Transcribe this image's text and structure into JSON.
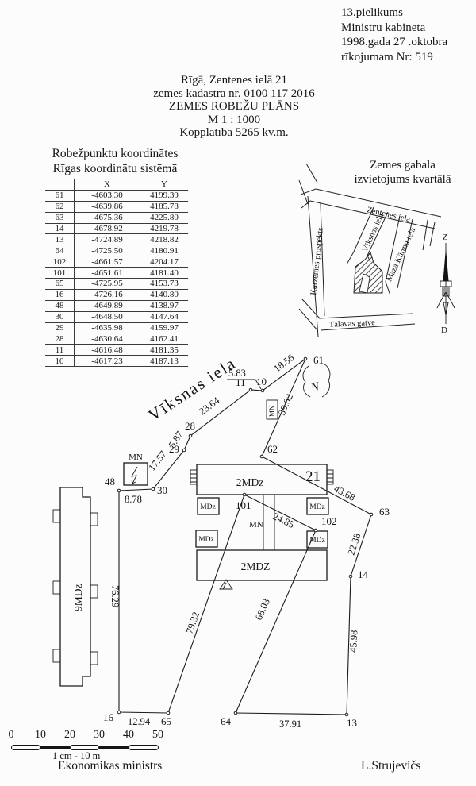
{
  "header": {
    "line1": "13.pielikums",
    "line2": "Ministru kabineta",
    "line3": "1998.gada 27 .oktobra",
    "line4": "rīkojumam Nr: 519"
  },
  "title": {
    "address": "Rīgā, Zentenes ielā 21",
    "cadastre": "zemes kadastra nr. 0100 117 2016",
    "plan_title": "ZEMES ROBEŽU PLĀNS",
    "scale": "M 1 : 1000",
    "area": "Kopplatība 5265 kv.m."
  },
  "coords": {
    "heading1": "Robežpunktu koordinātes",
    "heading2": "Rīgas koordinātu sistēmā",
    "col_x": "X",
    "col_y": "Y",
    "rows": [
      {
        "pt": "61",
        "x": "-4603.30",
        "y": "4199.39"
      },
      {
        "pt": "62",
        "x": "-4639.86",
        "y": "4185.78"
      },
      {
        "pt": "63",
        "x": "-4675.36",
        "y": "4225.80"
      },
      {
        "pt": "14",
        "x": "-4678.92",
        "y": "4219.78"
      },
      {
        "pt": "13",
        "x": "-4724.89",
        "y": "4218.82"
      },
      {
        "pt": "64",
        "x": "-4725.50",
        "y": "4180.91"
      },
      {
        "pt": "102",
        "x": "-4661.57",
        "y": "4204.17"
      },
      {
        "pt": "101",
        "x": "-4651.61",
        "y": "4181.40"
      },
      {
        "pt": "65",
        "x": "-4725.95",
        "y": "4153.73"
      },
      {
        "pt": "16",
        "x": "-4726.16",
        "y": "4140.80"
      },
      {
        "pt": "48",
        "x": "-4649.89",
        "y": "4138.97"
      },
      {
        "pt": "30",
        "x": "-4648.50",
        "y": "4147.64"
      },
      {
        "pt": "29",
        "x": "-4635.98",
        "y": "4159.97"
      },
      {
        "pt": "28",
        "x": "-4630.64",
        "y": "4162.41"
      },
      {
        "pt": "11",
        "x": "-4616.48",
        "y": "4181.35"
      },
      {
        "pt": "10",
        "x": "-4617.23",
        "y": "4187.13"
      }
    ]
  },
  "map": {
    "heading1": "Zemes gabala",
    "heading2": "izvietojums kvartālā",
    "street_zentenes": "Zentenes iela",
    "street_viksnas": "Vīksnas iela",
    "street_maza_kurmu": "Mazā Kūrmu iela",
    "street_kurzemes": "Kurzemes prospekts",
    "street_talavas": "Tālavas gatve",
    "compass_north": "Z",
    "compass_south": "D"
  },
  "plan": {
    "street_label": "Vīksnas iela",
    "parcel_number": "21",
    "north_mark": "N",
    "mn_label": "MN",
    "buildings": {
      "upper": "2MDz",
      "lower": "2MDZ",
      "left": "9MDz",
      "annex": "MDz"
    },
    "points": {
      "p10": "10",
      "p11": "11",
      "p13": "13",
      "p14": "14",
      "p16": "16",
      "p28": "28",
      "p29": "29",
      "p30": "30",
      "p48": "48",
      "p61": "61",
      "p62": "62",
      "p63": "63",
      "p64": "64",
      "p65": "65",
      "p101": "101",
      "p102": "102"
    },
    "distances": {
      "d61_10": "18.56",
      "d10_11": "5.83",
      "d11_28": "23.64",
      "d28_29": "5.87",
      "d29_30": "17.57",
      "d30_48": "8.78",
      "d48_16": "76.29",
      "d16_65": "12.94",
      "d65_101": "79.32",
      "d61_62": "39.02",
      "d62_63": "43.68",
      "d63_14": "22.38",
      "d14_13": "45.98",
      "d13_64": "37.91",
      "d64_102": "68.03",
      "d101_102": "24.85"
    }
  },
  "scalebar": {
    "ticks": [
      "0",
      "10",
      "20",
      "30",
      "40",
      "50"
    ],
    "caption": "1 cm - 10 m"
  },
  "footer": {
    "minister": "Ekonomikas ministrs",
    "signature": "L.Strujevičs"
  }
}
